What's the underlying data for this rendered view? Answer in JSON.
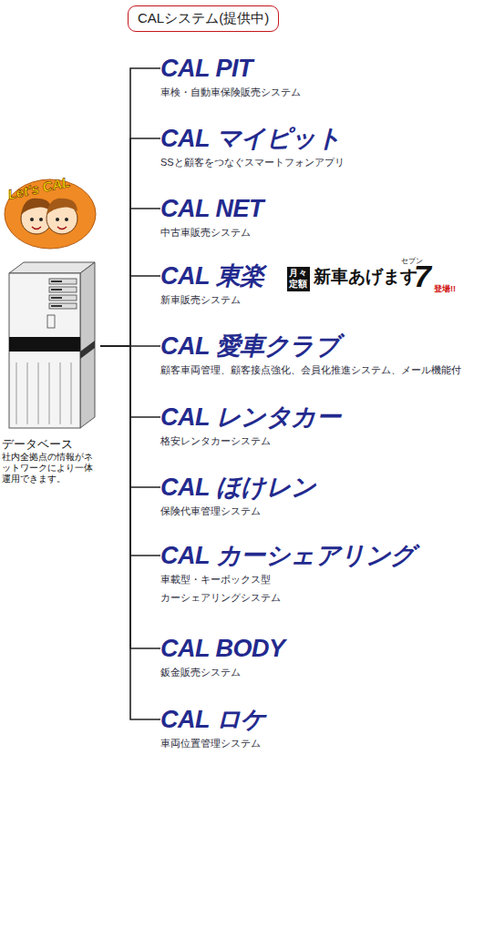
{
  "diagram": {
    "nodes": [
      {
        "text": [
          "CALシステム(提供中)"
        ]
      },
      {
        "text": [
          "データベース",
          "社内全拠点の情報がネットワークにより一体運用できます。"
        ]
      },
      {
        "text": [
          "CAL PIT",
          "車検・自動車保険販売システム"
        ]
      },
      {
        "text": [
          "CAL マイピット",
          "SSと顧客をつなぐスマートフォンアプリ"
        ]
      },
      {
        "text": [
          "CAL NET",
          "中古車販売システム"
        ]
      },
      {
        "text": [
          "CAL 東楽",
          "新車販売システム"
        ]
      },
      {
        "text": [
          "CAL 愛車クラブ",
          "顧客車両管理、顧客接点強化、会員化推進システム、メール機能付"
        ]
      },
      {
        "text": [
          "CAL レンタカー",
          "格安レンタカーシステム"
        ]
      },
      {
        "text": [
          "CAL ほけレン",
          "保険代車管理システム"
        ]
      },
      {
        "text": [
          "CAL カーシェアリング",
          "車載型・キーボックス型",
          "カーシェアリングシステム"
        ]
      },
      {
        "text": [
          "CAL BODY",
          "鈑金販売システム"
        ]
      },
      {
        "text": [
          "CAL ロケ",
          "車両位置管理システム"
        ]
      }
    ],
    "edges": [
      {
        "from": 1,
        "to": 2,
        "arrow": "none"
      },
      {
        "from": 1,
        "to": 3,
        "arrow": "none"
      },
      {
        "from": 1,
        "to": 4,
        "arrow": "none"
      },
      {
        "from": 1,
        "to": 5,
        "arrow": "none"
      },
      {
        "from": 1,
        "to": 6,
        "arrow": "none"
      },
      {
        "from": 1,
        "to": 7,
        "arrow": "none"
      },
      {
        "from": 1,
        "to": 8,
        "arrow": "none"
      },
      {
        "from": 1,
        "to": 9,
        "arrow": "none"
      },
      {
        "from": 1,
        "to": 10,
        "arrow": "none"
      },
      {
        "from": 1,
        "to": 11,
        "arrow": "none"
      }
    ],
    "labels": [
      "Let's CAL",
      "月々定額",
      "新車あげます",
      "セブン",
      "7",
      "登場!!"
    ]
  }
}
